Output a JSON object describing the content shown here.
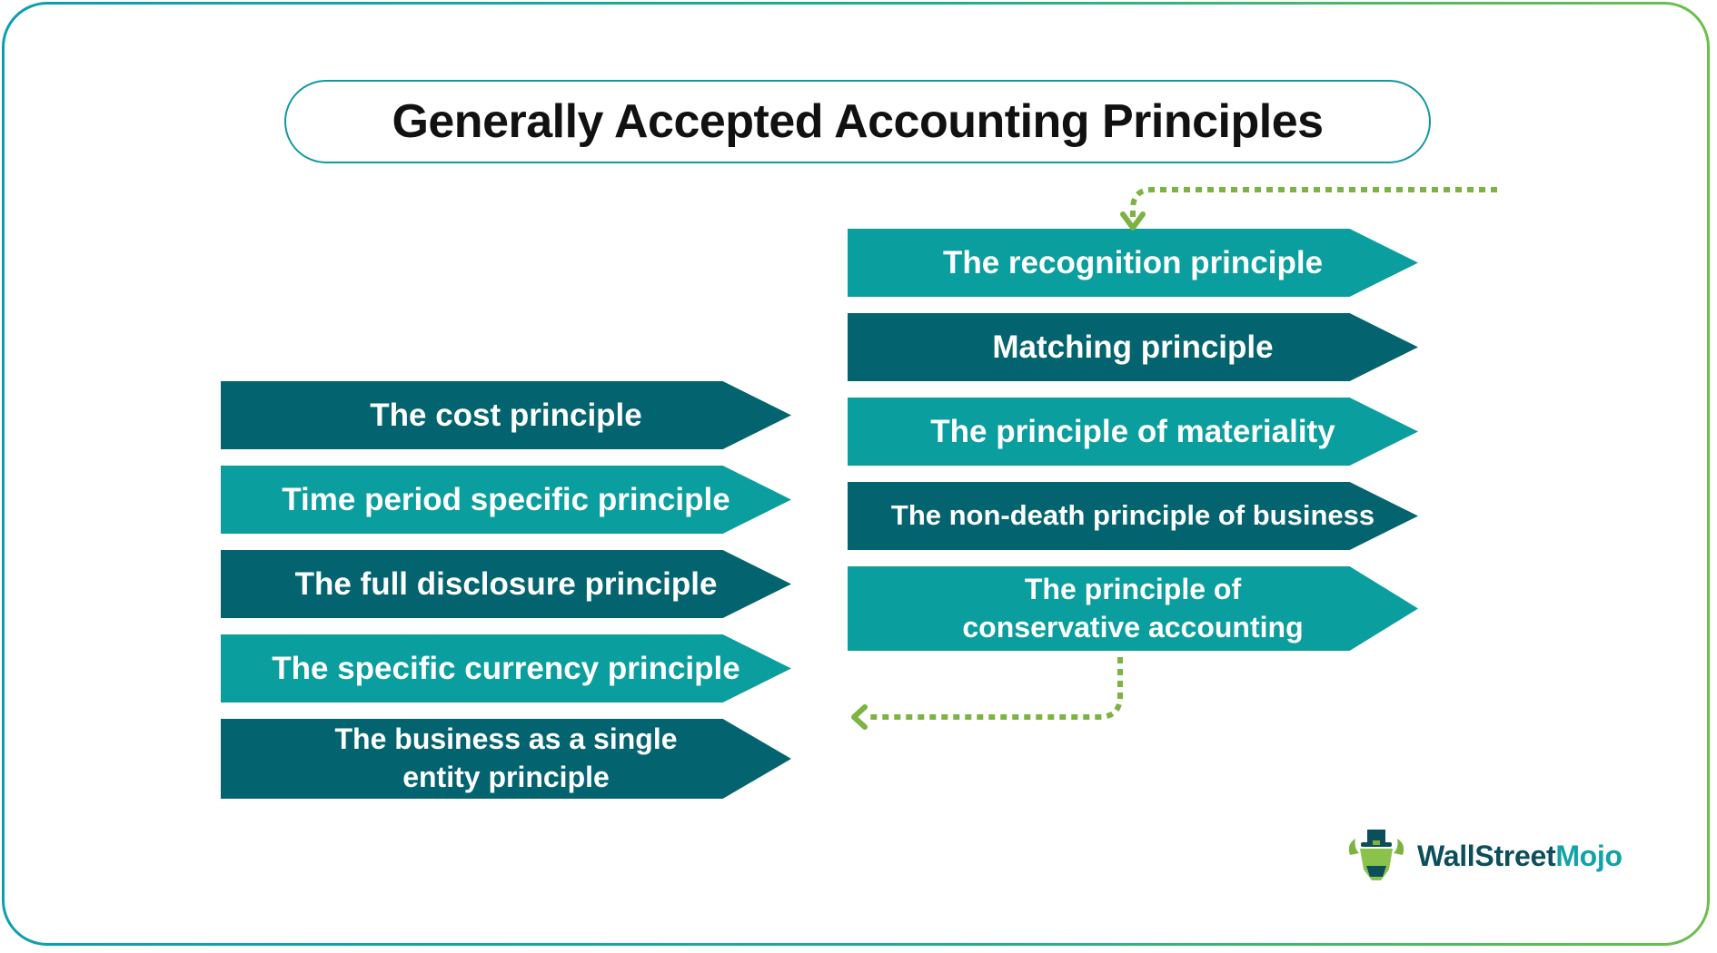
{
  "title": "Generally Accepted Accounting Principles",
  "colors": {
    "dark_teal": "#03646f",
    "light_teal": "#0b9e9e",
    "connector_green": "#7cb342",
    "title_border": "#11999e"
  },
  "left_column": [
    {
      "label": "The cost principle",
      "shade": "dark"
    },
    {
      "label": "Time period specific principle",
      "shade": "light"
    },
    {
      "label": "The full disclosure principle",
      "shade": "dark"
    },
    {
      "label": "The specific currency principle",
      "shade": "light"
    },
    {
      "label": "The business as a single entity principle",
      "line1": "The business as a single",
      "line2": "entity principle",
      "shade": "dark"
    }
  ],
  "right_column": [
    {
      "label": "The recognition principle",
      "shade": "light"
    },
    {
      "label": "Matching principle",
      "shade": "dark"
    },
    {
      "label": "The principle of materiality",
      "shade": "light"
    },
    {
      "label": "The non-death principle of business",
      "shade": "dark"
    },
    {
      "label": "The principle of conservative accounting",
      "line1": "The principle of",
      "line2": "conservative accounting",
      "shade": "light"
    }
  ],
  "logo": {
    "brand_part1": "WallStreet",
    "brand_part2": "Mojo",
    "icon": "bull-with-top-hat-icon"
  }
}
